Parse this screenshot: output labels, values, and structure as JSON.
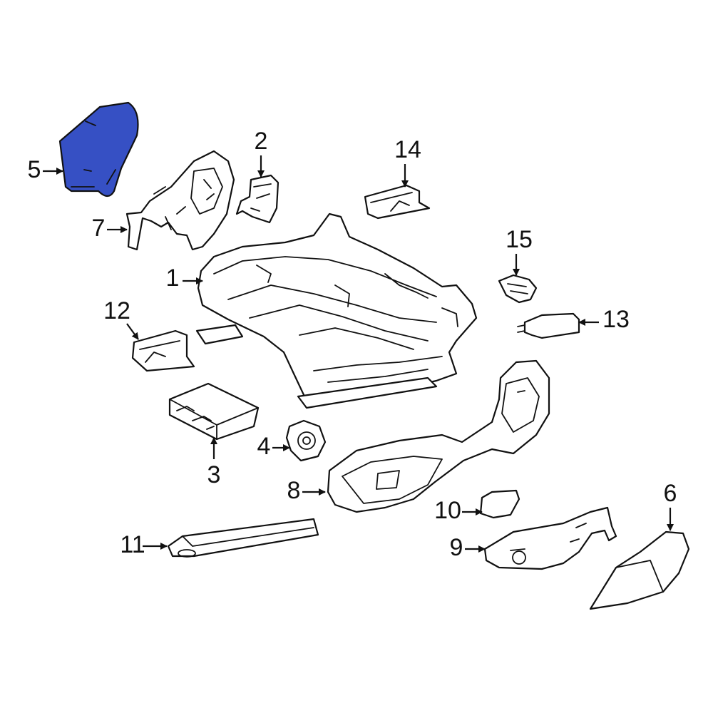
{
  "colors": {
    "highlight": "#3650c4",
    "line": "#111111",
    "background": "#ffffff"
  },
  "callouts": [
    {
      "id": "1",
      "label": "1"
    },
    {
      "id": "2",
      "label": "2"
    },
    {
      "id": "3",
      "label": "3"
    },
    {
      "id": "4",
      "label": "4"
    },
    {
      "id": "5",
      "label": "5"
    },
    {
      "id": "6",
      "label": "6"
    },
    {
      "id": "7",
      "label": "7"
    },
    {
      "id": "8",
      "label": "8"
    },
    {
      "id": "9",
      "label": "9"
    },
    {
      "id": "10",
      "label": "10"
    },
    {
      "id": "11",
      "label": "11"
    },
    {
      "id": "12",
      "label": "12"
    },
    {
      "id": "13",
      "label": "13"
    },
    {
      "id": "14",
      "label": "14"
    },
    {
      "id": "15",
      "label": "15"
    }
  ],
  "highlighted_part": "5"
}
